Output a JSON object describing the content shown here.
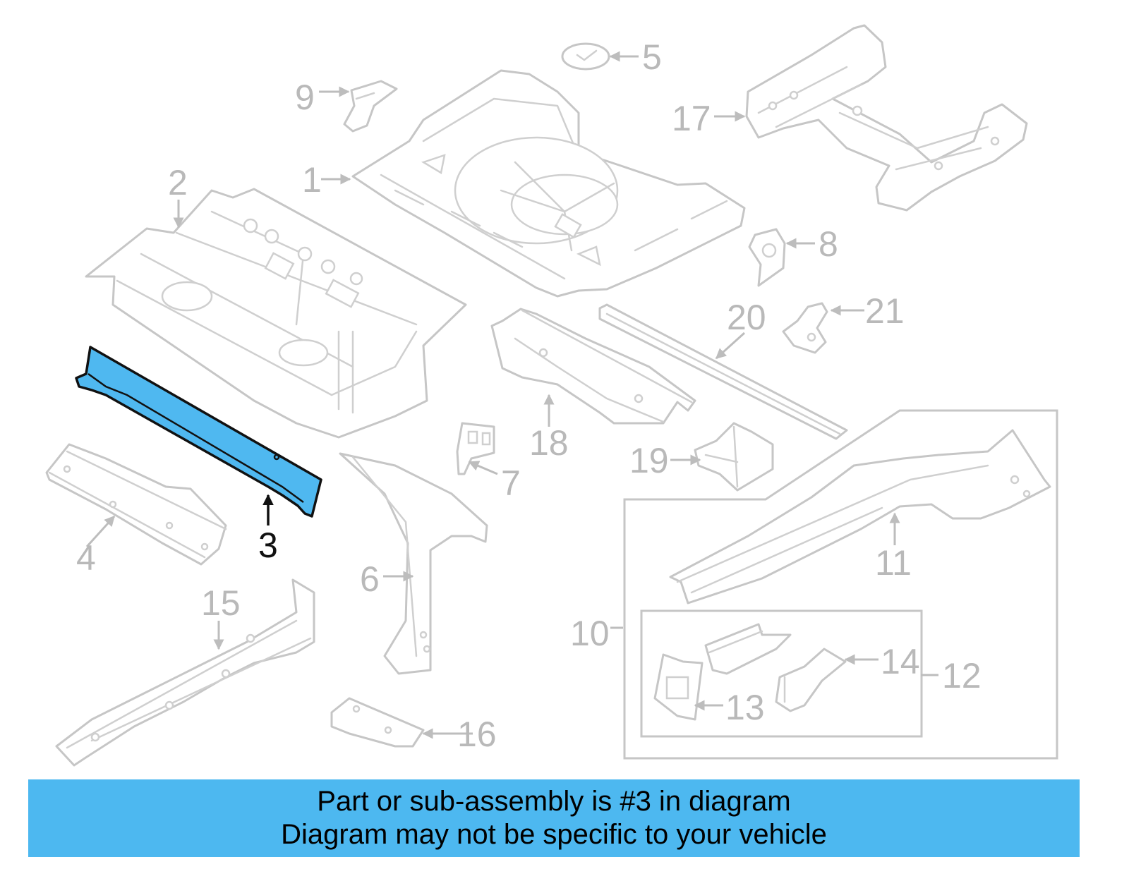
{
  "diagram": {
    "highlight_color": "#4db8f0",
    "highlighted_part": "3",
    "callouts": {
      "c1": "1",
      "c2": "2",
      "c3": "3",
      "c4": "4",
      "c5": "5",
      "c6": "6",
      "c7": "7",
      "c8": "8",
      "c9": "9",
      "c10": "10",
      "c11": "11",
      "c12": "12",
      "c13": "13",
      "c14": "14",
      "c15": "15",
      "c16": "16",
      "c17": "17",
      "c18": "18",
      "c19": "19",
      "c20": "20",
      "c21": "21"
    }
  },
  "banner": {
    "line1": "Part or sub-assembly is #3 in diagram",
    "line2": "Diagram may not be specific to your vehicle"
  }
}
